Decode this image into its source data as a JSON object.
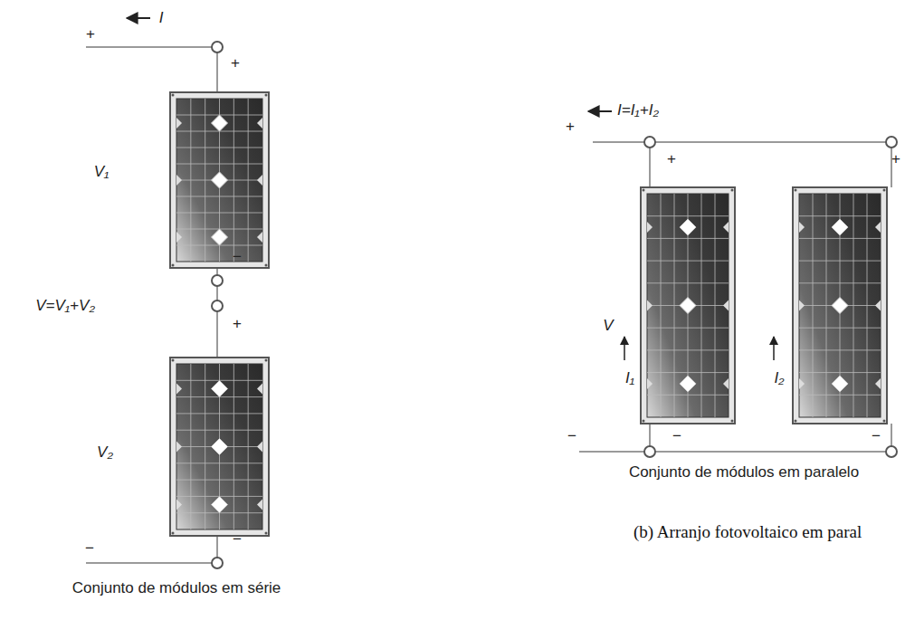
{
  "diagram": {
    "caption": "(b) Arranjo fotovoltaico em paral",
    "labels": [
      "I",
      "+",
      "+",
      "V₁",
      "−",
      "V=V₁+V₂",
      "+",
      "V₂",
      "−",
      "−",
      "Conjunto de módulos em série",
      "I=I₁+I₂",
      "+",
      "+",
      "+",
      "V",
      "I₁",
      "I₂",
      "−",
      "−",
      "−",
      "Conjunto de módulos em paralelo"
    ]
  }
}
